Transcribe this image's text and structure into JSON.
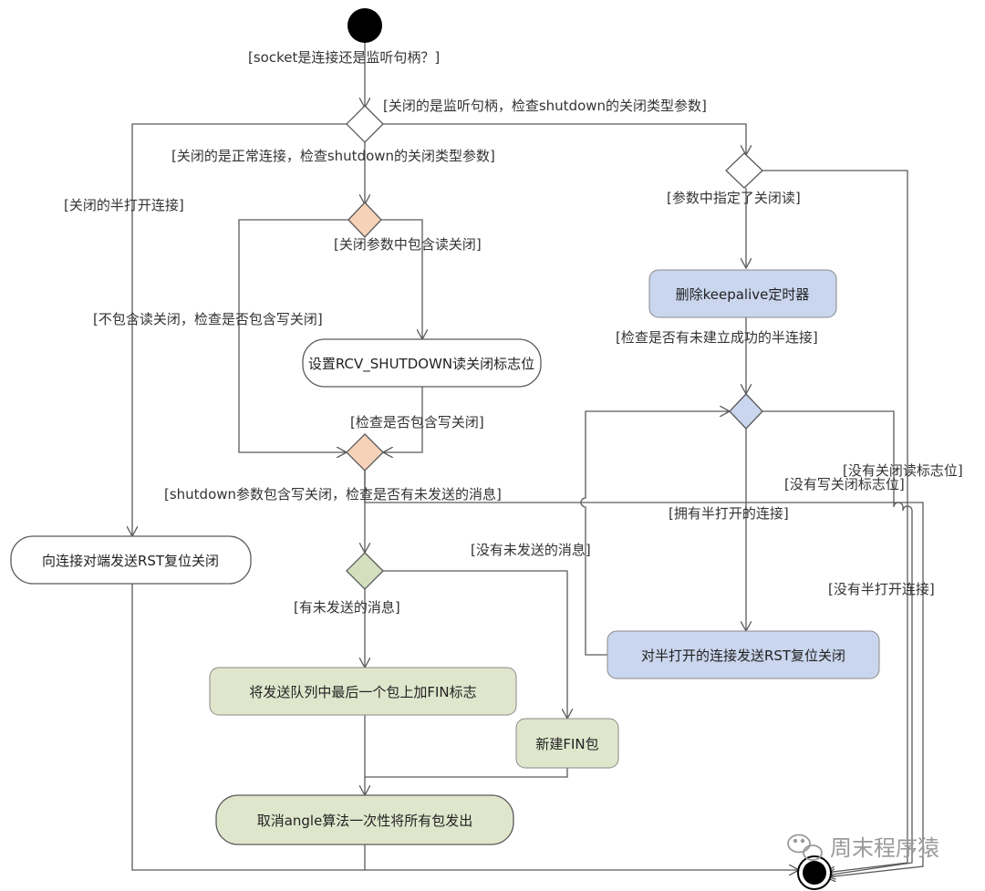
{
  "colors": {
    "line": "#5a5a5a",
    "node_white": "#ffffff",
    "node_blue": "#c9d6ee",
    "node_green": "#dfe6cc",
    "diamond_orange": "#f6d2b8",
    "diamond_blue": "#c9d6ee",
    "diamond_green": "#d4dfbf"
  },
  "guards": {
    "socket_type": "[socket是连接还是监听句柄？]",
    "listen_handle": "[关闭的是监听句柄，检查shutdown的关闭类型参数]",
    "normal_conn": "[关闭的是正常连接，检查shutdown的关闭类型参数]",
    "half_open": "[关闭的半打开连接]",
    "param_read_close": "[参数中指定了关闭读]",
    "has_read_close": "[关闭参数中包含读关闭]",
    "no_read_close": "[不包含读关闭，检查是否包含写关闭]",
    "check_half_conn": "[检查是否有未建立成功的半连接]",
    "check_write_close": "[检查是否包含写关闭]",
    "no_read_flag": "[没有关闭读标志位]",
    "no_write_flag": "[没有写关闭标志位]",
    "shutdown_write": "[shutdown参数包含写关闭，检查是否有未发送的消息]",
    "has_half_open": "[拥有半打开的连接]",
    "no_unsent": "[没有未发送的消息]",
    "no_half_open": "[没有半打开连接]",
    "has_unsent": "[有未发送的消息]"
  },
  "actions": {
    "delete_keepalive": "删除keepalive定时器",
    "set_rcv_shutdown": "设置RCV_SHUTDOWN读关闭标志位",
    "send_rst": "向连接对端发送RST复位关闭",
    "rst_half_open": "对半打开的连接发送RST复位关闭",
    "add_fin": "将发送队列中最后一个包上加FIN标志",
    "new_fin": "新建FIN包",
    "cancel_nagle": "取消angle算法一次性将所有包发出"
  },
  "watermark": "周末程序猿"
}
